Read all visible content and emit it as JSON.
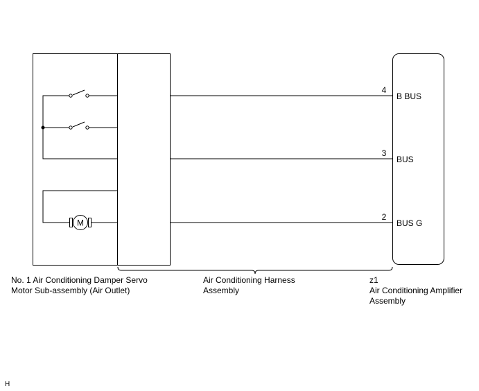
{
  "components": {
    "servo": {
      "label_lines": [
        "No. 1 Air Conditioning Damper Servo",
        "Motor Sub-assembly (Air Outlet)"
      ],
      "motor_symbol": "M"
    },
    "harness": {
      "label_lines": [
        "Air Conditioning Harness",
        "Assembly"
      ]
    },
    "amplifier": {
      "connector_code": "z1",
      "label_lines": [
        "Air Conditioning Amplifier",
        "Assembly"
      ]
    }
  },
  "wires": [
    {
      "pin": "4",
      "signal": "B BUS"
    },
    {
      "pin": "3",
      "signal": "BUS"
    },
    {
      "pin": "2",
      "signal": "BUS G"
    }
  ],
  "footer_code": "H"
}
